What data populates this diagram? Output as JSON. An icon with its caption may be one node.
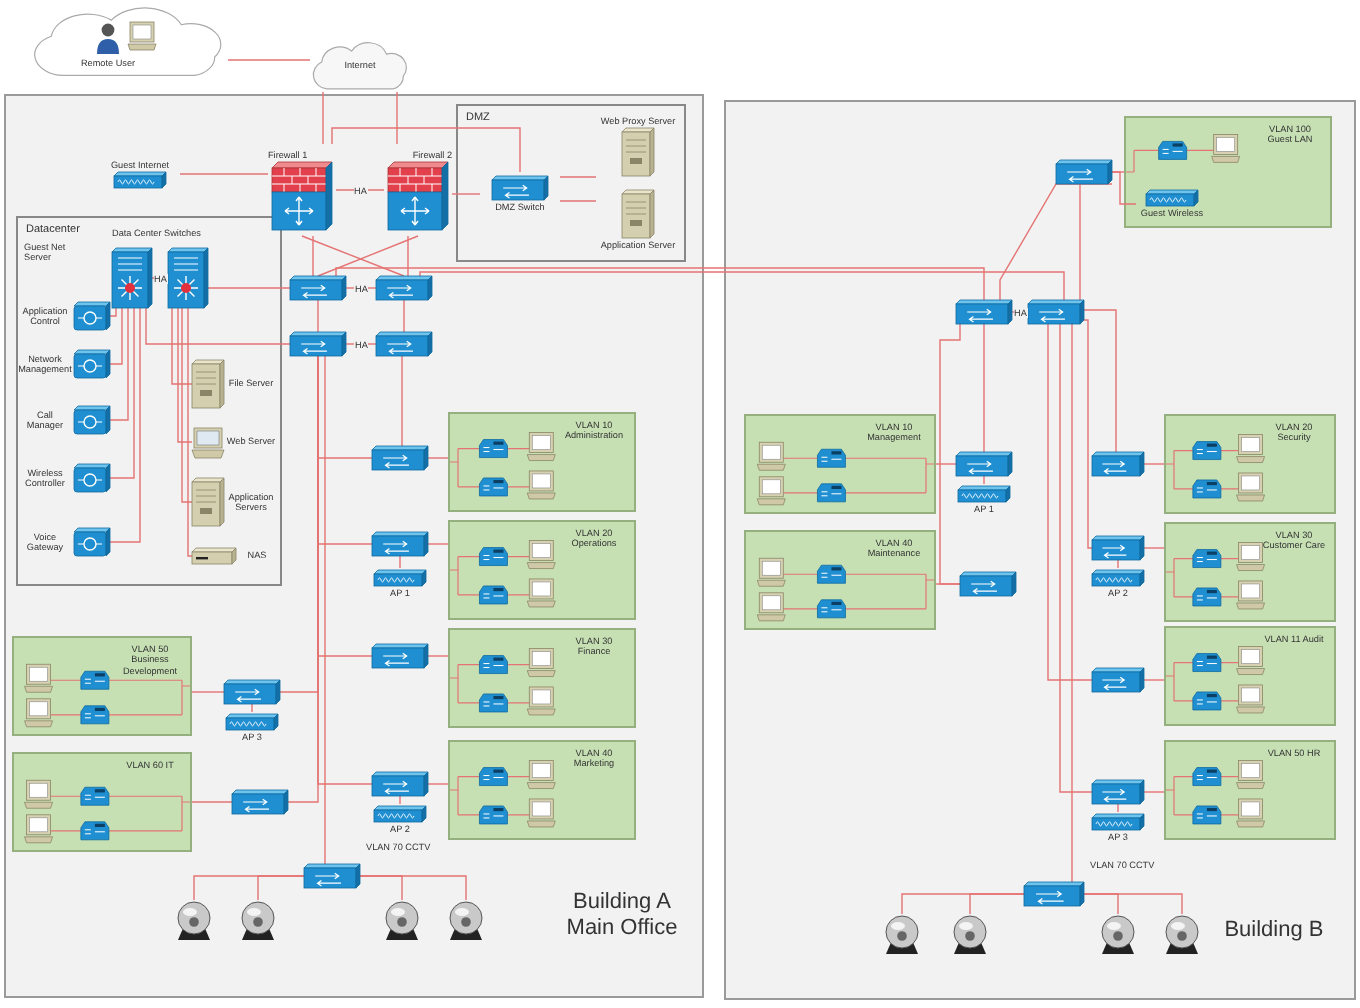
{
  "diagram": {
    "nodes": [
      {
        "text": [
          "Remote User"
        ]
      },
      {
        "text": [
          "Internet"
        ]
      },
      {
        "text": [
          "Building A Main Office"
        ]
      },
      {
        "text": [
          "Building B"
        ]
      },
      {
        "text": [
          "Guest Internet"
        ],
        "in": 2
      },
      {
        "text": [
          "Firewall 1"
        ],
        "in": 2
      },
      {
        "text": [
          "Firewall 2"
        ],
        "in": 2
      },
      {
        "text": [
          "DMZ"
        ],
        "in": 2
      },
      {
        "text": [
          "DMZ Switch"
        ],
        "in": 7
      },
      {
        "text": [
          "Web Proxy Server"
        ],
        "in": 7
      },
      {
        "text": [
          "Application Server"
        ],
        "in": 7
      },
      {
        "text": [
          "Datacenter"
        ],
        "in": 2
      },
      {
        "text": [],
        "shape": "picture",
        "in": 11
      },
      {
        "text": [],
        "shape": "picture",
        "in": 11
      },
      {
        "text": [
          "Application Control"
        ],
        "in": 11
      },
      {
        "text": [
          "Network Management"
        ],
        "in": 11
      },
      {
        "text": [
          "Call Manager"
        ],
        "in": 11
      },
      {
        "text": [
          "Wireless Controller"
        ],
        "in": 11
      },
      {
        "text": [
          "Voice Gateway"
        ],
        "in": 11
      },
      {
        "text": [
          "File Server"
        ],
        "in": 11
      },
      {
        "text": [
          "Web Server"
        ],
        "in": 11
      },
      {
        "text": [
          "Application Servers"
        ],
        "in": 11
      },
      {
        "text": [
          "NAS"
        ],
        "in": 11
      },
      {
        "text": [],
        "shape": "picture",
        "in": 2
      },
      {
        "text": [],
        "shape": "picture",
        "in": 2
      },
      {
        "text": [],
        "shape": "picture",
        "in": 2
      },
      {
        "text": [],
        "shape": "picture",
        "in": 2
      },
      {
        "text": [],
        "shape": "picture",
        "in": 2
      },
      {
        "text": [
          "VLAN 10 Administration"
        ],
        "in": 2
      },
      {
        "text": [],
        "shape": "picture",
        "in": 2
      },
      {
        "text": [
          "AP 1"
        ],
        "in": 2
      },
      {
        "text": [
          "VLAN 20 Operations"
        ],
        "in": 2
      },
      {
        "text": [],
        "shape": "picture",
        "in": 2
      },
      {
        "text": [
          "VLAN 30 Finance"
        ],
        "in": 2
      },
      {
        "text": [],
        "shape": "picture",
        "in": 2
      },
      {
        "text": [
          "AP 2"
        ],
        "in": 2
      },
      {
        "text": [
          "VLAN 40 Marketing"
        ],
        "in": 2
      },
      {
        "text": [],
        "shape": "picture",
        "in": 2
      },
      {
        "text": [
          "AP 3"
        ],
        "in": 2
      },
      {
        "text": [
          "VLAN 50 Business Development"
        ],
        "in": 2
      },
      {
        "text": [],
        "shape": "picture",
        "in": 2
      },
      {
        "text": [
          "VLAN 60 IT"
        ],
        "in": 2
      },
      {
        "text": [],
        "shape": "picture",
        "in": 2,
        "beside": [
          "VLAN 70 CCTV"
        ]
      },
      {
        "text": [],
        "shape": "picture",
        "in": 2
      },
      {
        "text": [],
        "shape": "picture",
        "in": 2
      },
      {
        "text": [],
        "shape": "picture",
        "in": 2
      },
      {
        "text": [],
        "shape": "picture",
        "in": 2
      },
      {
        "text": [],
        "shape": "picture",
        "in": 3
      },
      {
        "text": [],
        "shape": "picture",
        "in": 3
      },
      {
        "text": [],
        "shape": "picture",
        "in": 3
      },
      {
        "text": [
          "VLAN 100 Guest LAN"
        ],
        "in": 3
      },
      {
        "text": [],
        "shape": "picture",
        "in": 3
      },
      {
        "text": [
          "AP 1"
        ],
        "in": 3
      },
      {
        "text": [
          "VLAN 10 Management"
        ],
        "in": 3
      },
      {
        "text": [],
        "shape": "picture",
        "in": 3
      },
      {
        "text": [
          "VLAN 40 Maintenance"
        ],
        "in": 3
      },
      {
        "text": [],
        "shape": "picture",
        "in": 3
      },
      {
        "text": [
          "VLAN 20 Security"
        ],
        "in": 3
      },
      {
        "text": [],
        "shape": "picture",
        "in": 3
      },
      {
        "text": [
          "AP 2"
        ],
        "in": 3
      },
      {
        "text": [
          "VLAN 30 Customer Care"
        ],
        "in": 3
      },
      {
        "text": [],
        "shape": "picture",
        "in": 3
      },
      {
        "text": [
          "VLAN 11 Audit"
        ],
        "in": 3
      },
      {
        "text": [],
        "shape": "picture",
        "in": 3
      },
      {
        "text": [
          "AP 3"
        ],
        "in": 3
      },
      {
        "text": [
          "VLAN 50 HR"
        ],
        "in": 3
      },
      {
        "text": [],
        "shape": "picture",
        "in": 3,
        "beside": [
          "VLAN 70 CCTV"
        ]
      },
      {
        "text": [],
        "shape": "picture",
        "in": 3
      },
      {
        "text": [],
        "shape": "picture",
        "in": 3
      },
      {
        "text": [],
        "shape": "picture",
        "in": 3
      },
      {
        "text": [],
        "shape": "picture",
        "in": 3
      },
      {
        "text": [
          "Guest Wireless"
        ],
        "in": 50
      }
    ],
    "edges": [
      {
        "from": 0,
        "to": 1,
        "arrow": "none"
      },
      {
        "from": 1,
        "to": 5,
        "arrow": "none"
      },
      {
        "from": 1,
        "to": 6,
        "arrow": "none"
      },
      {
        "from": 4,
        "to": 5,
        "arrow": "none"
      },
      {
        "from": 5,
        "to": 6,
        "arrow": "none",
        "label": "HA"
      },
      {
        "from": 5,
        "to": 8,
        "arrow": "none"
      },
      {
        "from": 6,
        "to": 8,
        "arrow": "none"
      },
      {
        "from": 8,
        "to": 9,
        "arrow": "none"
      },
      {
        "from": 8,
        "to": 10,
        "arrow": "none"
      },
      {
        "from": 5,
        "to": 23,
        "arrow": "none"
      },
      {
        "from": 5,
        "to": 24,
        "arrow": "none"
      },
      {
        "from": 6,
        "to": 23,
        "arrow": "none"
      },
      {
        "from": 6,
        "to": 24,
        "arrow": "none"
      },
      {
        "from": 23,
        "to": 24,
        "arrow": "none",
        "label": "HA"
      },
      {
        "from": 23,
        "to": 25,
        "arrow": "none"
      },
      {
        "from": 24,
        "to": 26,
        "arrow": "none"
      },
      {
        "from": 25,
        "to": 26,
        "arrow": "none",
        "label": "HA"
      },
      {
        "from": 12,
        "to": 13,
        "arrow": "none",
        "label": "HA"
      },
      {
        "from": 13,
        "to": 23,
        "arrow": "none"
      },
      {
        "from": 12,
        "to": 25,
        "arrow": "none"
      },
      {
        "from": 14,
        "to": 12,
        "arrow": "none"
      },
      {
        "from": 15,
        "to": 12,
        "arrow": "none"
      },
      {
        "from": 16,
        "to": 12,
        "arrow": "none"
      },
      {
        "from": 17,
        "to": 12,
        "arrow": "none"
      },
      {
        "from": 18,
        "to": 12,
        "arrow": "none"
      },
      {
        "from": 19,
        "to": 13,
        "arrow": "none"
      },
      {
        "from": 20,
        "to": 13,
        "arrow": "none"
      },
      {
        "from": 21,
        "to": 13,
        "arrow": "none"
      },
      {
        "from": 22,
        "to": 13,
        "arrow": "none"
      },
      {
        "from": 25,
        "to": 27,
        "arrow": "none"
      },
      {
        "from": 26,
        "to": 27,
        "arrow": "none"
      },
      {
        "from": 27,
        "to": 28,
        "arrow": "none"
      },
      {
        "from": 25,
        "to": 29,
        "arrow": "none"
      },
      {
        "from": 29,
        "to": 30,
        "arrow": "none"
      },
      {
        "from": 29,
        "to": 31,
        "arrow": "none"
      },
      {
        "from": 25,
        "to": 32,
        "arrow": "none"
      },
      {
        "from": 32,
        "to": 33,
        "arrow": "none"
      },
      {
        "from": 25,
        "to": 34,
        "arrow": "none"
      },
      {
        "from": 34,
        "to": 35,
        "arrow": "none"
      },
      {
        "from": 34,
        "to": 36,
        "arrow": "none"
      },
      {
        "from": 25,
        "to": 37,
        "arrow": "none"
      },
      {
        "from": 37,
        "to": 38,
        "arrow": "none"
      },
      {
        "from": 37,
        "to": 39,
        "arrow": "none"
      },
      {
        "from": 25,
        "to": 40,
        "arrow": "none"
      },
      {
        "from": 40,
        "to": 41,
        "arrow": "none"
      },
      {
        "from": 25,
        "to": 42,
        "arrow": "none"
      },
      {
        "from": 42,
        "to": 43,
        "arrow": "none"
      },
      {
        "from": 42,
        "to": 44,
        "arrow": "none"
      },
      {
        "from": 42,
        "to": 45,
        "arrow": "none"
      },
      {
        "from": 42,
        "to": 46,
        "arrow": "none"
      },
      {
        "from": 23,
        "to": 47,
        "arrow": "none"
      },
      {
        "from": 24,
        "to": 48,
        "arrow": "none"
      },
      {
        "from": 47,
        "to": 48,
        "arrow": "none",
        "label": "HA"
      },
      {
        "from": 47,
        "to": 49,
        "arrow": "none"
      },
      {
        "from": 48,
        "to": 49,
        "arrow": "none"
      },
      {
        "from": 49,
        "to": 50,
        "arrow": "none"
      },
      {
        "from": 49,
        "to": 71,
        "arrow": "none"
      },
      {
        "from": 47,
        "to": 51,
        "arrow": "none"
      },
      {
        "from": 51,
        "to": 52,
        "arrow": "none"
      },
      {
        "from": 51,
        "to": 53,
        "arrow": "none"
      },
      {
        "from": 47,
        "to": 54,
        "arrow": "none"
      },
      {
        "from": 54,
        "to": 55,
        "arrow": "none"
      },
      {
        "from": 48,
        "to": 56,
        "arrow": "none"
      },
      {
        "from": 56,
        "to": 57,
        "arrow": "none"
      },
      {
        "from": 48,
        "to": 58,
        "arrow": "none"
      },
      {
        "from": 58,
        "to": 59,
        "arrow": "none"
      },
      {
        "from": 58,
        "to": 60,
        "arrow": "none"
      },
      {
        "from": 48,
        "to": 61,
        "arrow": "none"
      },
      {
        "from": 61,
        "to": 62,
        "arrow": "none"
      },
      {
        "from": 48,
        "to": 63,
        "arrow": "none"
      },
      {
        "from": 63,
        "to": 64,
        "arrow": "none"
      },
      {
        "from": 63,
        "to": 65,
        "arrow": "none"
      },
      {
        "from": 48,
        "to": 66,
        "arrow": "none"
      },
      {
        "from": 66,
        "to": 67,
        "arrow": "none"
      },
      {
        "from": 66,
        "to": 68,
        "arrow": "none"
      },
      {
        "from": 66,
        "to": 69,
        "arrow": "none"
      },
      {
        "from": 66,
        "to": 70,
        "arrow": "none"
      }
    ],
    "labels": [
      "Data Center Switches",
      "Guest Net Server"
    ]
  }
}
